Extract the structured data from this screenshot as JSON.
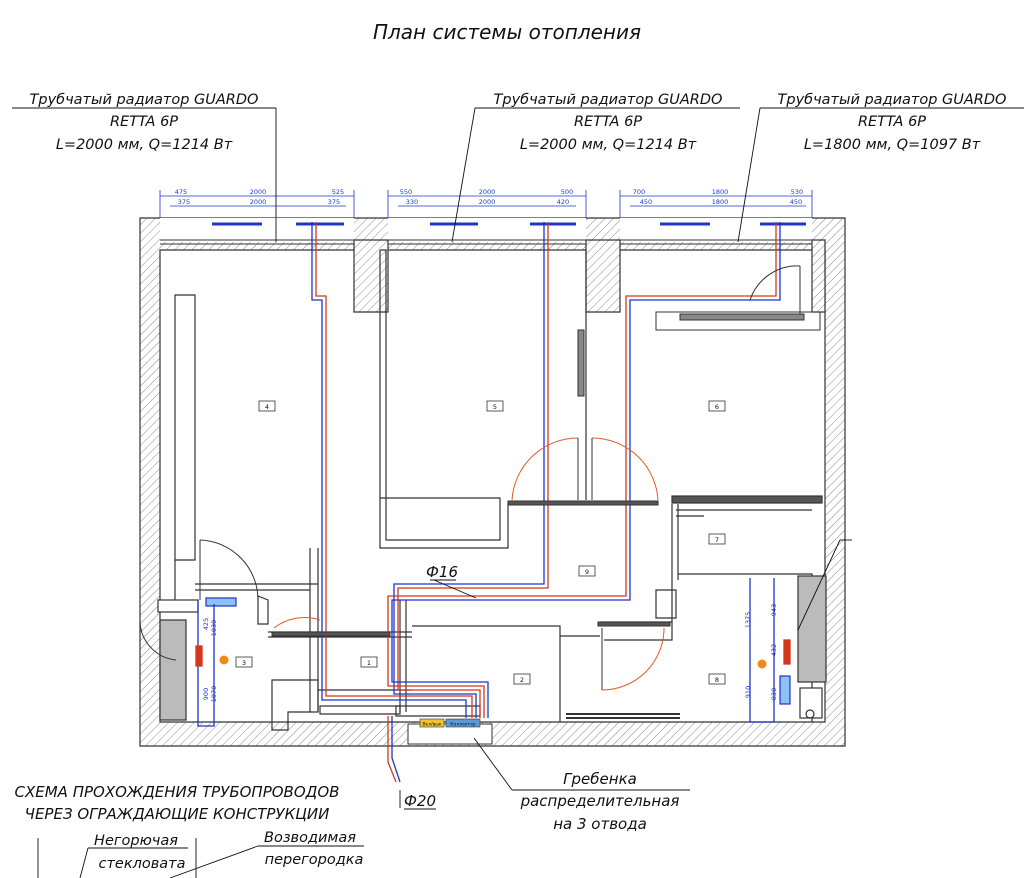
{
  "title": "План системы отопления",
  "radiators": [
    {
      "name": "Трубчатый радиатор GUARDO",
      "model": "RETTA 6P",
      "spec": "L=2000 мм, Q=1214 Вт"
    },
    {
      "name": "Трубчатый радиатор GUARDO",
      "model": "RETTA 6P",
      "spec": "L=2000 мм, Q=1214 Вт"
    },
    {
      "name": "Трубчатый радиатор GUARDO",
      "model": "RETTA 6P",
      "spec": "L=1800 мм, Q=1097 Вт"
    }
  ],
  "dims": {
    "r1_top": [
      "475",
      "2000",
      "525"
    ],
    "r1_bot": [
      "375",
      "2000",
      "375"
    ],
    "r2_top": [
      "550",
      "2000",
      "500"
    ],
    "r2_bot": [
      "330",
      "2000",
      "420"
    ],
    "r3_top": [
      "700",
      "1800",
      "530"
    ],
    "r3_bot": [
      "450",
      "1800",
      "450"
    ],
    "bath_left": [
      "1030",
      "425",
      "900",
      "1070"
    ],
    "bath_right": [
      "1375",
      "943",
      "432",
      "910",
      "830"
    ]
  },
  "rooms": [
    "1",
    "2",
    "3",
    "4",
    "5",
    "6",
    "7",
    "8",
    "9"
  ],
  "pipes": {
    "d16": "Ф16",
    "d20": "Ф20"
  },
  "manifold": {
    "line1": "Гребенка",
    "line2": "распределительная",
    "line3": "на 3 отвода",
    "box1": "Вкл/вык",
    "box2": "Коллектор"
  },
  "scheme": {
    "line1": "СХЕМА ПРОХОЖДЕНИЯ ТРУБОПРОВОДОВ",
    "line2": "ЧЕРЕЗ ОГРАЖДАЮЩИЕ КОНСТРУКЦИИ"
  },
  "legend": {
    "item1_a": "Негорючая",
    "item1_b": "стекловата",
    "item2_a": "Возводимая",
    "item2_b": "перегородка"
  },
  "colors": {
    "supply": "#d4381c",
    "return": "#1e35c8",
    "wall": "#333333",
    "hatch": "#8a8a8a",
    "door": "#e05a2a",
    "marker": "#f08a1c"
  }
}
